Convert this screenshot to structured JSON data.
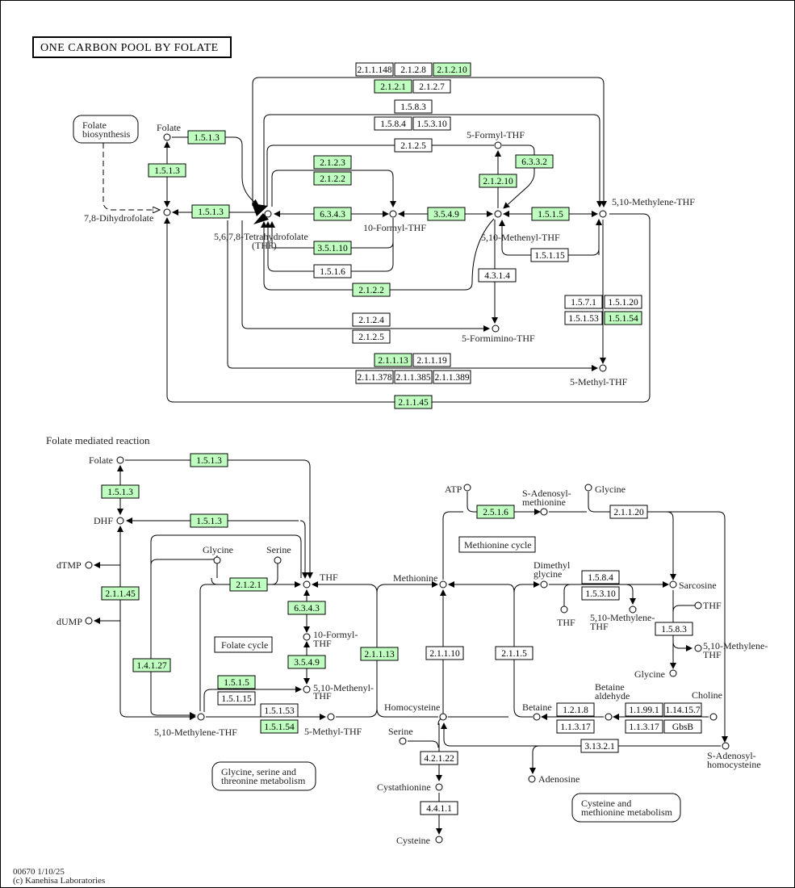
{
  "title": "ONE CARBON POOL BY FOLATE",
  "footer": {
    "line1": "00670 1/10/25",
    "line2": "(c) Kanehisa Laboratories"
  },
  "colors": {
    "highlight": "#bfffbf",
    "plain": "#ffffff",
    "line": "#000000"
  },
  "section_label": "Folate mediated reaction",
  "maps": [
    {
      "id": "folate-biosynthesis",
      "lines": [
        "Folate",
        "biosynthesis"
      ]
    },
    {
      "id": "glycine-serine-threonine",
      "lines": [
        "Glycine, serine and",
        "threonine metabolism"
      ]
    },
    {
      "id": "cysteine-methionine",
      "lines": [
        "Cysteine and",
        "methionine metabolism"
      ]
    }
  ],
  "cycle_labels": {
    "folate_cycle": "Folate cycle",
    "methionine_cycle": "Methionine cycle"
  },
  "compounds": {
    "folate_top": "Folate",
    "dhf_top": "7,8-Dihydrofolate",
    "thf_top_1": "5,6,7,8-Tetrahydrofolate",
    "thf_top_2": "(THF)",
    "formyl10_top": "10-Formyl-THF",
    "formyl5_top": "5-Formyl-THF",
    "methenyl_top": "5,10-Methenyl-THF",
    "methylene_top": "5,10-Methylene-THF",
    "formimino_top": "5-Formimino-THF",
    "methyl_top": "5-Methyl-THF",
    "folate_b": "Folate",
    "dhf_b": "DHF",
    "dtmp": "dTMP",
    "dump": "dUMP",
    "glycine_b": "Glycine",
    "serine_b": "Serine",
    "thf_b": "THF",
    "formyl10_b_1": "10-Formyl-",
    "formyl10_b_2": "THF",
    "methenyl_b_1": "5,10-Methenyl-",
    "methenyl_b_2": "THF",
    "methylene_b": "5,10-Methylene-THF",
    "methyl_b": "5-Methyl-THF",
    "atp": "ATP",
    "sam_1": "S-Adenosyl-",
    "sam_2": "methionine",
    "glycine_r": "Glycine",
    "methionine": "Methionine",
    "dmg_1": "Dimethyl",
    "dmg_2": "glycine",
    "sarcosine": "Sarcosine",
    "thf_r1": "THF",
    "thf_r2": "THF",
    "methylene_r1_1": "5,10-Methylene-",
    "methylene_r1_2": "THF",
    "methylene_r2_1": "5,10-Methylene-",
    "methylene_r2_2": "THF",
    "glycine_r2": "Glycine",
    "homocysteine": "Homocysteine",
    "betaine": "Betaine",
    "betald_1": "Betaine",
    "betald_2": "aldehyde",
    "choline": "Choline",
    "serine_r": "Serine",
    "cystathionine": "Cystathionine",
    "cysteine": "Cysteine",
    "adenosine": "Adenosine",
    "sah_1": "S-Adenosyl-",
    "sah_2": "homocysteine"
  },
  "enzymes": [
    {
      "label": "1.5.1.3",
      "hl": true
    },
    {
      "label": "1.5.1.3",
      "hl": true
    },
    {
      "label": "1.5.1.3",
      "hl": true
    },
    {
      "label": "2.1.1.148",
      "hl": false
    },
    {
      "label": "2.1.2.8",
      "hl": false
    },
    {
      "label": "2.1.2.10",
      "hl": true
    },
    {
      "label": "2.1.2.1",
      "hl": true
    },
    {
      "label": "2.1.2.7",
      "hl": false
    },
    {
      "label": "1.5.8.3",
      "hl": false
    },
    {
      "label": "1.5.8.4",
      "hl": false
    },
    {
      "label": "1.5.3.10",
      "hl": false
    },
    {
      "label": "2.1.2.5",
      "hl": false
    },
    {
      "label": "2.1.2.3",
      "hl": true
    },
    {
      "label": "2.1.2.2",
      "hl": true
    },
    {
      "label": "6.3.4.3",
      "hl": true
    },
    {
      "label": "3.5.4.9",
      "hl": true
    },
    {
      "label": "1.5.1.5",
      "hl": true
    },
    {
      "label": "2.1.2.10",
      "hl": true
    },
    {
      "label": "6.3.3.2",
      "hl": true
    },
    {
      "label": "3.5.1.10",
      "hl": true
    },
    {
      "label": "1.5.1.6",
      "hl": false
    },
    {
      "label": "2.1.2.2",
      "hl": true
    },
    {
      "label": "1.5.1.15",
      "hl": false
    },
    {
      "label": "4.3.1.4",
      "hl": false
    },
    {
      "label": "1.5.7.1",
      "hl": false
    },
    {
      "label": "1.5.1.20",
      "hl": false
    },
    {
      "label": "1.5.1.53",
      "hl": false
    },
    {
      "label": "1.5.1.54",
      "hl": true
    },
    {
      "label": "2.1.2.4",
      "hl": false
    },
    {
      "label": "2.1.2.5",
      "hl": false
    },
    {
      "label": "2.1.1.13",
      "hl": true
    },
    {
      "label": "2.1.1.19",
      "hl": false
    },
    {
      "label": "2.1.1.378",
      "hl": false
    },
    {
      "label": "2.1.1.385",
      "hl": false
    },
    {
      "label": "2.1.1.389",
      "hl": false
    },
    {
      "label": "2.1.1.45",
      "hl": true
    },
    {
      "label": "1.5.1.3",
      "hl": true
    },
    {
      "label": "1.5.1.3",
      "hl": true
    },
    {
      "label": "1.5.1.3",
      "hl": true
    },
    {
      "label": "2.1.1.45",
      "hl": true
    },
    {
      "label": "2.1.2.1",
      "hl": true
    },
    {
      "label": "6.3.4.3",
      "hl": true
    },
    {
      "label": "3.5.4.9",
      "hl": true
    },
    {
      "label": "1.4.1.27",
      "hl": true
    },
    {
      "label": "1.5.1.5",
      "hl": true
    },
    {
      "label": "1.5.1.15",
      "hl": false
    },
    {
      "label": "1.5.1.53",
      "hl": false
    },
    {
      "label": "1.5.1.54",
      "hl": true
    },
    {
      "label": "2.1.1.13",
      "hl": true
    },
    {
      "label": "2.5.1.6",
      "hl": true
    },
    {
      "label": "2.1.1.20",
      "hl": false
    },
    {
      "label": "1.5.8.4",
      "hl": false
    },
    {
      "label": "1.5.3.10",
      "hl": false
    },
    {
      "label": "1.5.8.3",
      "hl": false
    },
    {
      "label": "2.1.1.10",
      "hl": false
    },
    {
      "label": "2.1.1.5",
      "hl": false
    },
    {
      "label": "1.2.1.8",
      "hl": false
    },
    {
      "label": "1.1.3.17",
      "hl": false
    },
    {
      "label": "1.1.99.1",
      "hl": false
    },
    {
      "label": "1.14.15.7",
      "hl": false
    },
    {
      "label": "1.1.3.17",
      "hl": false
    },
    {
      "label": "GbsB",
      "hl": false
    },
    {
      "label": "3.13.2.1",
      "hl": false
    },
    {
      "label": "4.2.1.22",
      "hl": false
    },
    {
      "label": "4.4.1.1",
      "hl": false
    }
  ]
}
